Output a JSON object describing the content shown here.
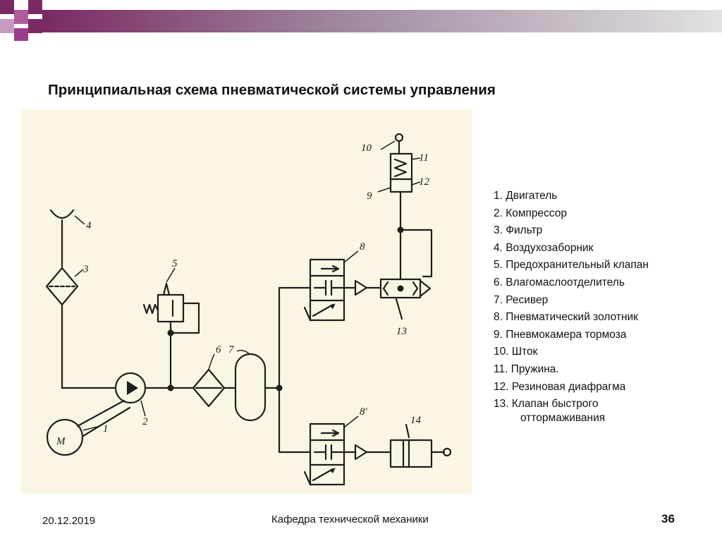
{
  "slide": {
    "title": "Принципиальная схема пневматической системы управления",
    "colors": {
      "bar_dark": "#6b2456",
      "bar_magenta": "#9b3d8a",
      "bar_gray": "#b8b8b8",
      "scan_paper": "#fbf6e3",
      "ink": "#1e1e1e"
    }
  },
  "diagram": {
    "part_numbers": [
      "1",
      "2",
      "3",
      "4",
      "5",
      "6",
      "7",
      "8",
      "8'",
      "9",
      "10",
      "11",
      "12",
      "13",
      "14"
    ],
    "motor_symbol": "M",
    "legend": [
      "1. Двигатель",
      "2. Компрессор",
      "3. Фильтр",
      "4. Воздухозаборник",
      "5. Предохранительный клапан",
      "6. Влагомаслоотделитель",
      "7. Ресивер",
      "8. Пневматический золотник",
      "9. Пневмокамера тормоза",
      "10. Шток",
      "11. Пружина.",
      "12. Резиновая диафрагма",
      "13. Клапан быстрого"
    ],
    "legend_continuation": "оттормаживания"
  },
  "footer": {
    "date": "20.12.2019",
    "department": "Кафедра технической механики",
    "page_number": "36"
  }
}
